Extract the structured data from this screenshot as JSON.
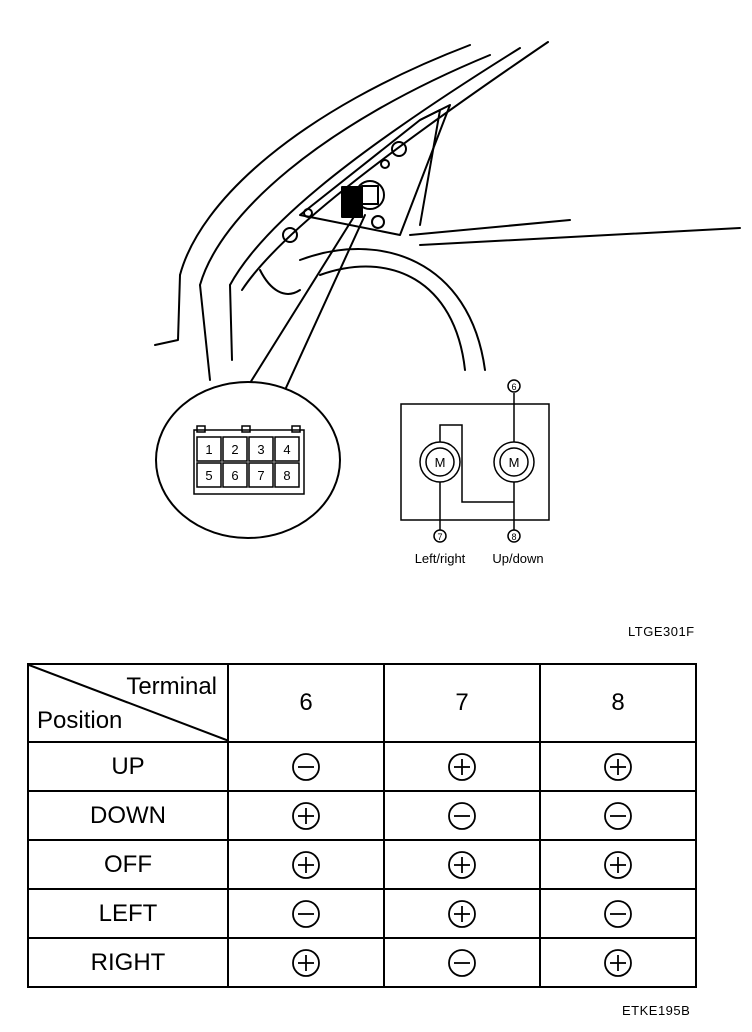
{
  "figure": {
    "connector_pins": [
      "1",
      "2",
      "3",
      "4",
      "5",
      "6",
      "7",
      "8"
    ],
    "circuit": {
      "motor_label": "M",
      "terminal_top": "6",
      "terminal_left": "7",
      "terminal_right": "8",
      "label_left": "Left/right",
      "label_right": "Up/down"
    },
    "code_top": "LTGE301F"
  },
  "table": {
    "header_terminal": "Terminal",
    "header_position": "Position",
    "columns": [
      "6",
      "7",
      "8"
    ],
    "rows": [
      {
        "position": "UP",
        "values": [
          "-",
          "+",
          "+"
        ]
      },
      {
        "position": "DOWN",
        "values": [
          "+",
          "-",
          "-"
        ]
      },
      {
        "position": "OFF",
        "values": [
          "+",
          "+",
          "+"
        ]
      },
      {
        "position": "LEFT",
        "values": [
          "-",
          "+",
          "-"
        ]
      },
      {
        "position": "RIGHT",
        "values": [
          "+",
          "-",
          "+"
        ]
      }
    ]
  },
  "code_bottom": "ETKE195B"
}
